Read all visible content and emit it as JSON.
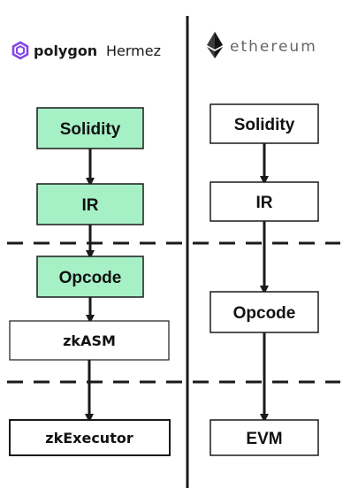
{
  "left": {
    "brand": {
      "name": "polygon",
      "product": "Hermez"
    },
    "stack": [
      "Solidity",
      "IR",
      "Opcode",
      "zkASM",
      "zkExecutor"
    ]
  },
  "right": {
    "brand": {
      "name": "ethereum"
    },
    "stack": [
      "Solidity",
      "IR",
      "Opcode",
      "EVM"
    ]
  },
  "colors": {
    "highlight_fill": "#a6f0c6",
    "plain_fill": "#ffffff",
    "stroke": "#1a1a1a",
    "polygon_purple": "#8247e5"
  }
}
